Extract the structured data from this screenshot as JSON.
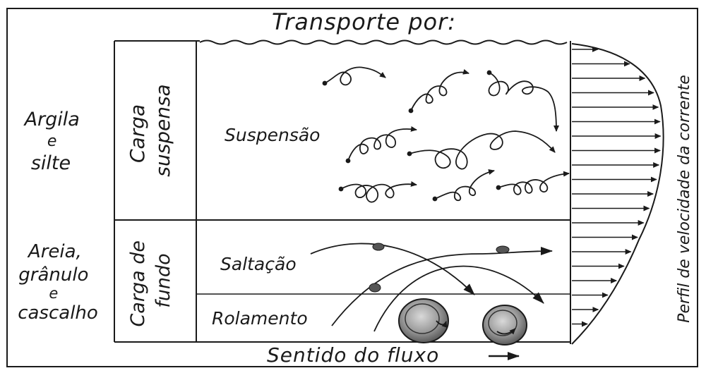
{
  "title": "Transporte por:",
  "flow_direction": "Sentido do fluxo",
  "sediments": {
    "fine": [
      "Argila",
      "e",
      "silte"
    ],
    "coarse": [
      "Areia,",
      "grânulo",
      "e",
      "cascalho"
    ]
  },
  "load_types": {
    "suspended": [
      "Carga",
      "suspensa"
    ],
    "bed": [
      "Carga de",
      "fundo"
    ]
  },
  "processes": {
    "suspension": "Suspensão",
    "saltation": "Saltação",
    "rolling": "Rolamento"
  },
  "velocity_profile_label": "Perfil de velocidade da corrente",
  "colors": {
    "ink": "#1a1a1a",
    "paper": "#ffffff",
    "pebble": "#8a8a8a"
  }
}
